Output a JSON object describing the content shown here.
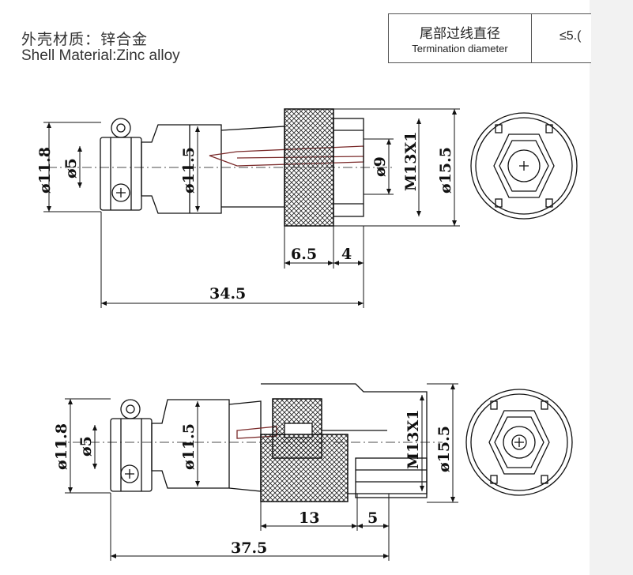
{
  "header": {
    "material_zh": "外壳材质：锌合金",
    "material_en": "Shell  Material:Zinc alloy"
  },
  "spec_table": {
    "label_zh": "尾部过线直径",
    "label_en": "Termination diameter",
    "value": "≤5.("
  },
  "top_view": {
    "dim_shell_dia": "ø11.8",
    "dim_cable_dia": "ø5",
    "dim_body_dia": "ø11.5",
    "dim_pin_dia": "ø9",
    "dim_thread": "M13X1",
    "dim_nut_dia": "ø15.5",
    "dim_len_a": "6.5",
    "dim_len_b": "4",
    "dim_total": "34.5"
  },
  "bottom_view": {
    "dim_shell_dia": "ø11.8",
    "dim_cable_dia": "ø5",
    "dim_body_dia": "ø11.5",
    "dim_thread": "M13X1",
    "dim_nut_dia": "ø15.5",
    "dim_len_a": "13",
    "dim_len_b": "5",
    "dim_total": "37.5"
  }
}
